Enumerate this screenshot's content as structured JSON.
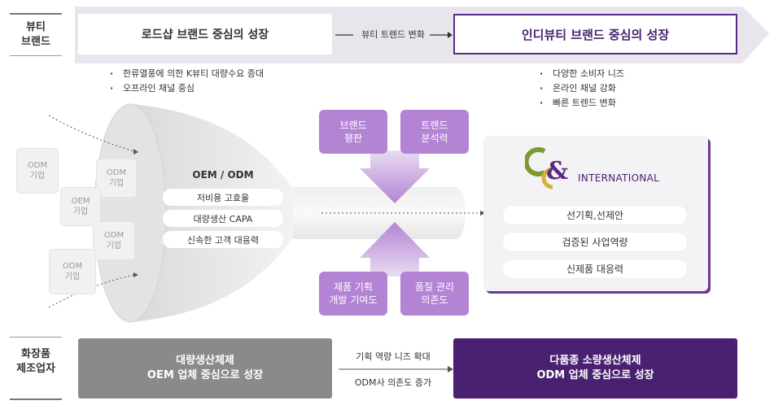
{
  "top": {
    "row_label_line1": "뷰티",
    "row_label_line2": "브랜드",
    "left_box": "로드샵 브랜드 중심의 성장",
    "middle": "뷰티 트렌드 변화",
    "right_box": "인디뷰티 브랜드 중심의 성장",
    "left_bullets": [
      "한류열풍에 의한 K뷰티 대량수요 증대",
      "오프라인 채널 중심"
    ],
    "right_bullets": [
      "다양한 소비자 니즈",
      "온라인 채널 강화",
      "빠른 트렌드 변화"
    ]
  },
  "funnel": {
    "title": "OEM / ODM",
    "items": [
      "저비용 고효율",
      "대량생산 CAPA",
      "신속한 고객 대응력"
    ],
    "small_boxes": [
      {
        "line1": "ODM",
        "line2": "기업"
      },
      {
        "line1": "ODM",
        "line2": "기업"
      },
      {
        "line1": "OEM",
        "line2": "기업"
      },
      {
        "line1": "ODM",
        "line2": "기업"
      },
      {
        "line1": "ODM",
        "line2": "기업"
      }
    ]
  },
  "factors": {
    "top_left": {
      "line1": "브랜드",
      "line2": "평판"
    },
    "top_right": {
      "line1": "트렌드",
      "line2": "분석력"
    },
    "bottom_left": {
      "line1": "제품 기획",
      "line2": "개발 기여도"
    },
    "bottom_right": {
      "line1": "품질 관리",
      "line2": "의존도"
    }
  },
  "company": {
    "logo_text": "INTERNATIONAL",
    "items": [
      "선기획,선제안",
      "검증된 사업역량",
      "신제품 대응력"
    ]
  },
  "bottom": {
    "row_label_line1": "화장품",
    "row_label_line2": "제조업자",
    "left_line1": "대량생산체제",
    "left_line2": "OEM 업체 중심으로 성장",
    "arrow_top": "기획 역량 니즈 확대",
    "arrow_bottom": "ODM사 의존도 증가",
    "right_line1": "다품종 소량생산체제",
    "right_line2": "ODM 업체 중심으로 성장"
  },
  "colors": {
    "purple_dark": "#4a2170",
    "purple_mid": "#7a3fa0",
    "purple_light": "#b384d4",
    "gray_box": "#8a8a8a",
    "band": "#e9e6ee"
  }
}
